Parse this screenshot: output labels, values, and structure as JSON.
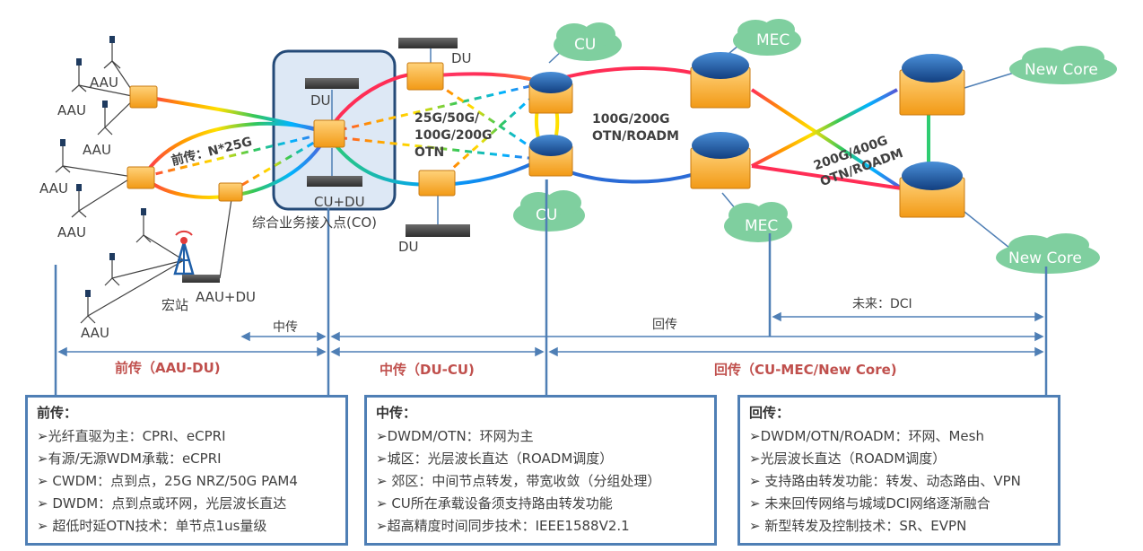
{
  "labels": {
    "aau": "AAU",
    "aau_du": "AAU+DU",
    "macro_site": "宏站",
    "du": "DU",
    "cu_du": "CU+DU",
    "co": "综合业务接入点(CO)",
    "fronthaul_ring": "前传：N*25G",
    "midhaul_ring": [
      "25G/50G/",
      "100G/200G",
      "OTN"
    ],
    "backhaul_ring": [
      "100G/200G",
      "OTN/ROADM"
    ],
    "dci_ring": [
      "200G/400G",
      "OTN/ROADM"
    ],
    "cu": "CU",
    "mec": "MEC",
    "new_core": "New Core"
  },
  "spans": {
    "midhaul_small": "中传",
    "backhaul_small": "回传",
    "future_dci": "未来：DCI"
  },
  "segments": {
    "fronthaul": "前传（AAU-DU)",
    "midhaul": "中传（DU-CU)",
    "backhaul": "回传（CU-MEC/New Core)"
  },
  "boxes": [
    {
      "title": "前传：",
      "items": [
        "➢光纤直驱为主：CPRI、eCPRI",
        "➢有源/无源WDM承载：eCPRI",
        "➢  CWDM：点到点，25G NRZ/50G PAM4",
        "➢  DWDM：点到点或环网，光层波长直达",
        "➢  超低时延OTN技术：单节点1us量级"
      ]
    },
    {
      "title": "中传：",
      "items": [
        "➢DWDM/OTN：环网为主",
        "➢城区：光层波长直达（ROADM调度）",
        "➢  郊区：中间节点转发，带宽收敛（分组处理）",
        "➢  CU所在承载设备须支持路由转发功能",
        "➢超高精度时间同步技术：IEEE1588V2.1"
      ]
    },
    {
      "title": "回传：",
      "items": [
        "➢DWDM/OTN/ROADM：环网、Mesh",
        "➢光层波长直达（ROADM调度）",
        "➢  支持路由转发功能：转发、动态路由、VPN",
        "➢  未来回传网络与城域DCI网络逐渐融合",
        "➢  新型转发及控制技术：SR、EVPN"
      ]
    }
  ],
  "colors": {
    "line_blue": "#4f7fb5",
    "segment_red": "#c0504d",
    "cloud_green": "#7fcf9f",
    "node_orange": "#f5a623",
    "router_blue": "#1f5fa8"
  }
}
